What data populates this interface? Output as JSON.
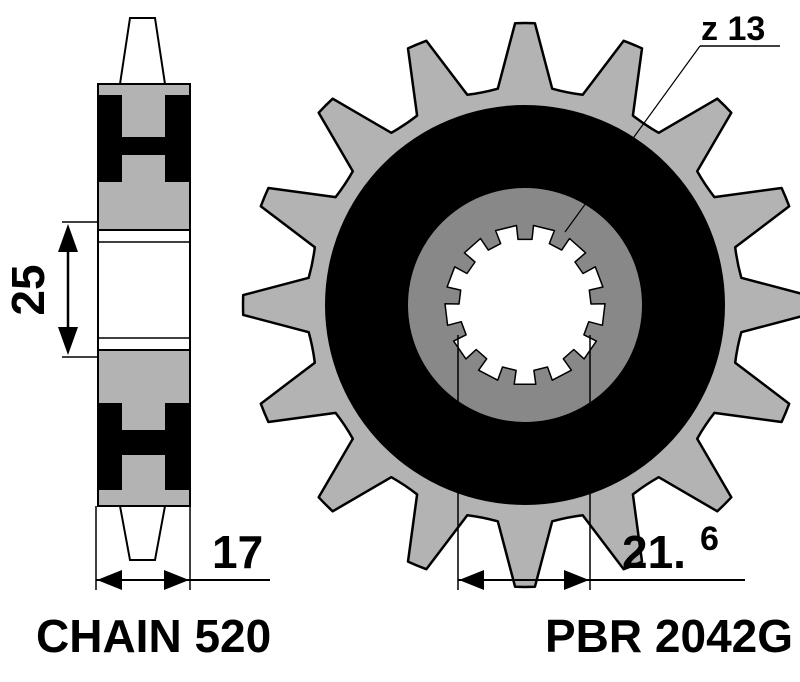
{
  "labels": {
    "chain": "CHAIN 520",
    "part_number": "PBR 2042G",
    "teeth": "z 13",
    "bore_height": "25",
    "thickness": "17",
    "spline_main": "21.",
    "spline_sup": "6"
  },
  "sprocket": {
    "teeth_count": 16,
    "spline_count": 13
  },
  "colors": {
    "tooth_fill": "#b3b3b3",
    "hub_black": "#000000",
    "ring_gray": "#888888",
    "bore_white": "#ffffff",
    "outline": "#000000"
  }
}
